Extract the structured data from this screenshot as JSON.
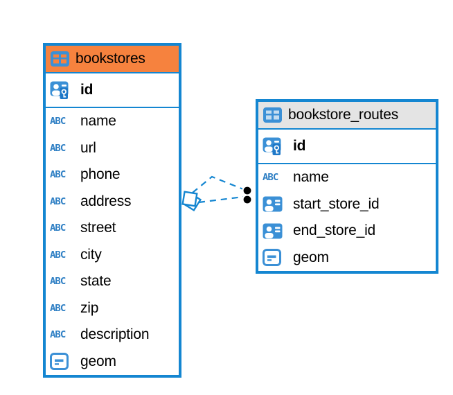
{
  "colors": {
    "table_border": "#1486D1",
    "relationship_line": "#1486D1",
    "icon_blue": "#3B90D6",
    "abc_blue": "#2E7FC4",
    "key_badge_blue": "#1E78C8",
    "dot_marker": "#000000",
    "text": "#000000",
    "canvas_bg": "#FFFFFF"
  },
  "tables": [
    {
      "name": "bookstores",
      "header_bg": "#F6823E",
      "icon_cell_bg": "#F6823E",
      "columns": [
        {
          "name": "id",
          "type_icon": "primary-key",
          "primary": true
        },
        {
          "name": "name",
          "type_icon": "text"
        },
        {
          "name": "url",
          "type_icon": "text"
        },
        {
          "name": "phone",
          "type_icon": "text"
        },
        {
          "name": "address",
          "type_icon": "text"
        },
        {
          "name": "street",
          "type_icon": "text"
        },
        {
          "name": "city",
          "type_icon": "text"
        },
        {
          "name": "state",
          "type_icon": "text"
        },
        {
          "name": "zip",
          "type_icon": "text"
        },
        {
          "name": "description",
          "type_icon": "text"
        },
        {
          "name": "geom",
          "type_icon": "geometry"
        }
      ]
    },
    {
      "name": "bookstore_routes",
      "header_bg": "#E4E4E4",
      "icon_cell_bg": "#C3DCF0",
      "columns": [
        {
          "name": "id",
          "type_icon": "primary-key",
          "primary": true
        },
        {
          "name": "name",
          "type_icon": "text"
        },
        {
          "name": "start_store_id",
          "type_icon": "foreign-key"
        },
        {
          "name": "end_store_id",
          "type_icon": "foreign-key"
        },
        {
          "name": "geom",
          "type_icon": "geometry"
        }
      ]
    }
  ],
  "relationships": [
    {
      "between": [
        "bookstores",
        "bookstore_routes"
      ],
      "line_style": "dashed",
      "left_marker": "diamond",
      "right_marker": "black-dot"
    },
    {
      "between": [
        "bookstores",
        "bookstore_routes"
      ],
      "line_style": "dashed",
      "left_marker": "diamond",
      "right_marker": "black-dot"
    }
  ]
}
